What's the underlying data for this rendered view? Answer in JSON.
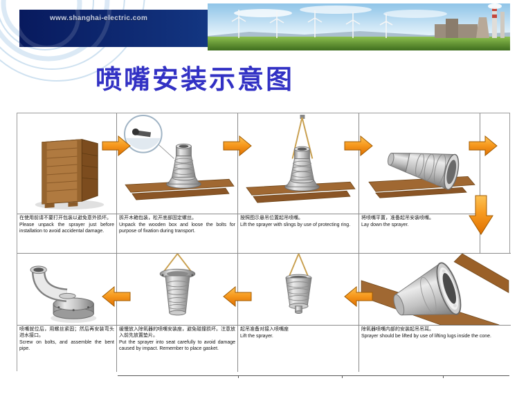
{
  "header": {
    "url": "www.shanghai-electric.com"
  },
  "title": "喷嘴安装示意图",
  "colors": {
    "title": "#3231c4",
    "arrow": "#F79A1F",
    "band_navy": "#081a5e"
  },
  "steps": [
    {
      "zh": "在使用前请不要打开包装以避免意外损坏。",
      "en": "Please unpack the sprayer just before installation to avoid accidental damage."
    },
    {
      "zh": "拆开木箱包装，松开底部固定螺丝。",
      "en": "Unpack the wooden box and loose the bolts for purpose of fixation during transport."
    },
    {
      "zh": "按照图示悬吊位置起吊喷嘴。",
      "en": "Lift the sprayer with slings by use of protecting ring."
    },
    {
      "zh": "将喷嘴平置，准备起吊安装喷嘴。",
      "en": "Lay down the sprayer."
    },
    {
      "zh": "除氧器喷嘴内部的安装起吊吊耳。",
      "en": "Sprayer should be lifted by use of lifting lugs inside the cone."
    },
    {
      "zh": "起吊准备对接入喷嘴座",
      "en": "Lift the sprayer."
    },
    {
      "zh": "缓慢放入除氧器的喷嘴安装座，避免碰撞损坏。注意放入前先放置垫片。",
      "en": "Put the sprayer into seat carefully to avoid damage caused by impact. Remember to place gasket."
    },
    {
      "zh": "喷嘴就位后，用螺丝紧固；然后再安装弯头进水接口。",
      "en": "Screw on bolts, and assemble the bent pipe."
    }
  ]
}
